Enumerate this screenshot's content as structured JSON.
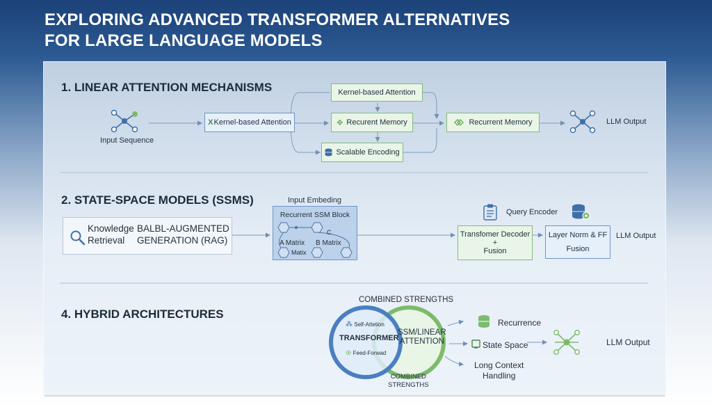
{
  "title": {
    "line1": "EXPLORING ADVANCED TRANSFORMER ALTERNATIVES",
    "line2": "FOR LARGE LANGUAGE MODELS"
  },
  "colors": {
    "accent_blue": "#4a7fc1",
    "accent_green": "#7dbb6c",
    "header_blue": "#1b4178"
  },
  "section1": {
    "heading": "1. LINEAR ATTENTION MECHANISMS",
    "input_label": "Input Sequence",
    "input_icon": "network-icon",
    "box_kernel": "Kernel-based Attention",
    "box_kernel_prefix": "X",
    "box_kernel_top": "Kernel-based Attention",
    "box_recurrent_memory": "Recurent Memory",
    "box_scalable": "Scalable Encoding",
    "box_recurrent_out": "Recurrent Memory",
    "output_label": "LLM Output",
    "output_icon": "network-icon"
  },
  "section2": {
    "heading": "2. STATE-SPACE MODELS (SSMS)",
    "rag_line1_a": "Knowledge",
    "rag_line1_b": "BALBL-AUGMENTED",
    "rag_line2_a": "Retrieval",
    "rag_line2_b": "GENERATION (RAG)",
    "search_icon": "search-icon",
    "input_embedding": "Input Embeding",
    "ssm_block_title": "Recurrent SSM Block",
    "ssm_a_matrix": "A Matrix",
    "ssm_b_matrix": "B Matrix",
    "ssm_matrix": "Matix",
    "ssm_c": "C",
    "query_encoder": "Query Encoder",
    "decoder_line1": "Transfomer Decoder",
    "decoder_line2": "+",
    "decoder_line3": "Fusion",
    "layernorm_line1": "Layer Norm & FF",
    "layernorm_line2": "Fusion",
    "output_label": "LLM Output"
  },
  "section4": {
    "heading": "4. HYBRID ARCHITECTURES",
    "combined_top": "COMBINED STRENGTHS",
    "transformer_label": "TRANSFORMER",
    "self_attention": "Self-Attetion",
    "feed_forward": "Feed-Forwad",
    "ssm_line1": "SSM/LINEAR",
    "ssm_line2": "ATTENTION",
    "combined_bottom_1": "COMBINED",
    "combined_bottom_2": "STRENGTHS",
    "out_recurrence": "Recurrence",
    "out_state_space": "State Space",
    "out_long_1": "Long Context",
    "out_long_2": "Handling",
    "output_label": "LLM Output"
  }
}
